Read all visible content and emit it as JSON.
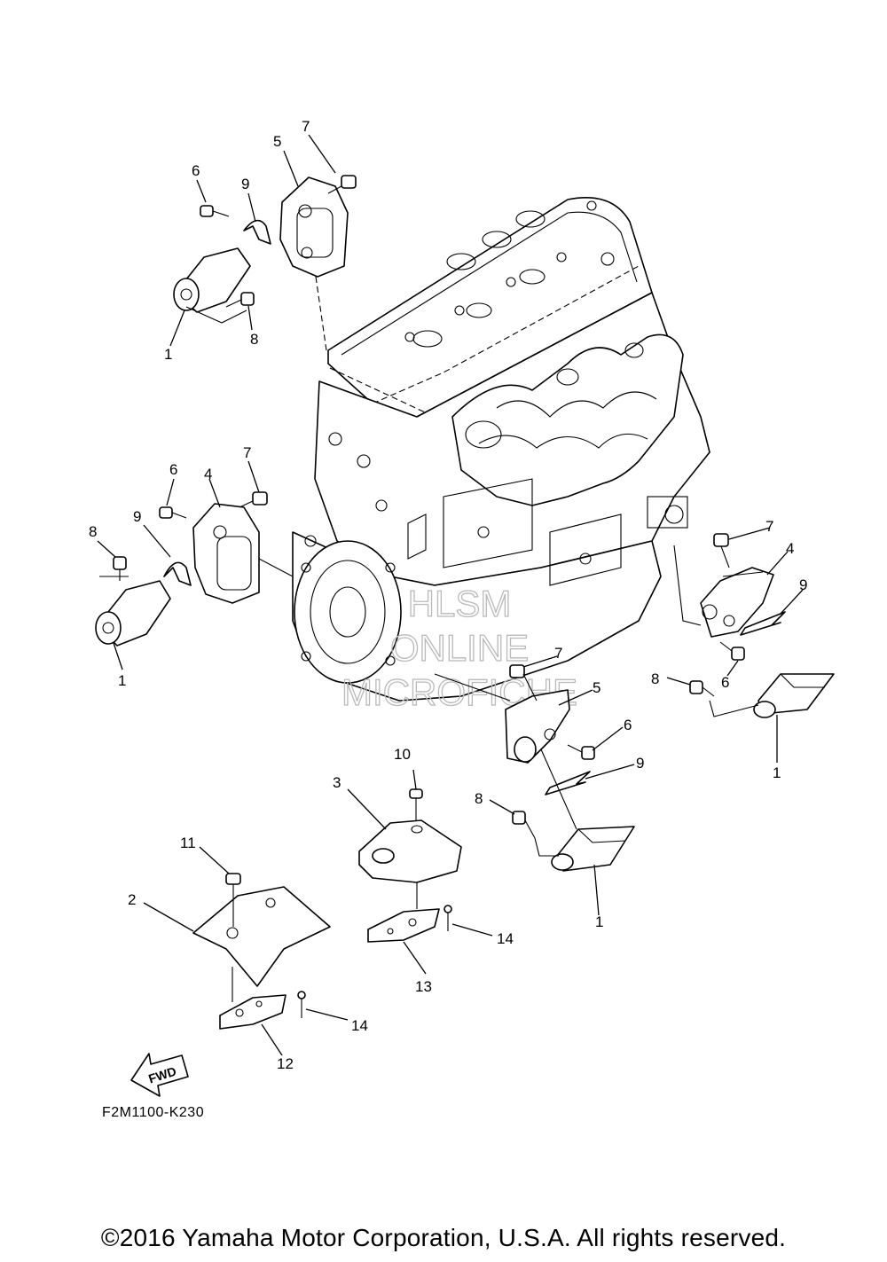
{
  "diagram": {
    "callouts": [
      "1",
      "2",
      "3",
      "4",
      "5",
      "6",
      "7",
      "8",
      "9",
      "10",
      "11",
      "12",
      "13",
      "14"
    ],
    "watermark": [
      "HLSM",
      "ONLINE",
      "MICROFICHE"
    ],
    "fwd_label": "FWD",
    "diagram_code": "F2M1100-K230"
  },
  "footer": {
    "copyright": "©2016 Yamaha Motor Corporation, U.S.A. All rights reserved."
  }
}
